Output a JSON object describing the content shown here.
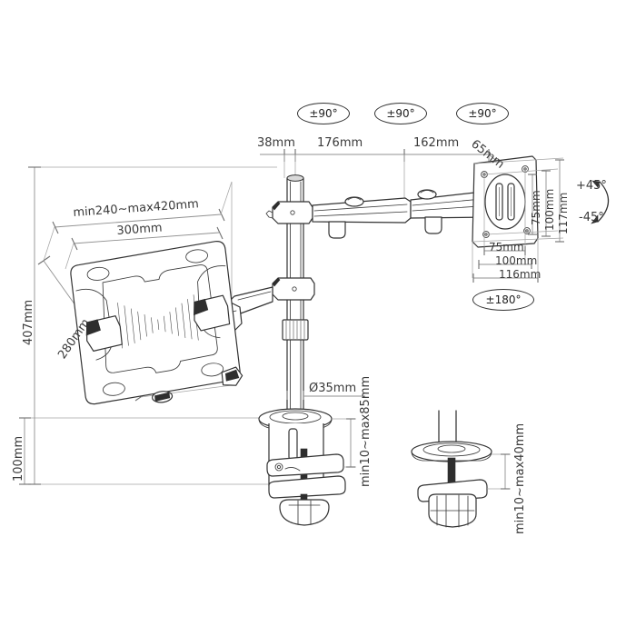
{
  "drawing": {
    "title": "Desk mount monitor and laptop arm dimension drawing",
    "units": "mm",
    "line_color": "#333333",
    "dim_line_color": "#8c8c8c",
    "background": "#ffffff"
  },
  "rotation_badges": [
    {
      "id": "badge-pole-joint",
      "label": "±90°"
    },
    {
      "id": "badge-mid-joint",
      "label": "±90°"
    },
    {
      "id": "badge-head-joint",
      "label": "±90°"
    },
    {
      "id": "badge-vesa-rotation",
      "label": "±180°"
    }
  ],
  "tilt": {
    "up_label": "+45°",
    "down_label": "-45°"
  },
  "arm_chain_dimensions": [
    {
      "id": "seg-pole-offset",
      "label": "38mm"
    },
    {
      "id": "seg-upper-arm",
      "label": "176mm"
    },
    {
      "id": "seg-fore-arm",
      "label": "162mm"
    },
    {
      "id": "seg-head-offset",
      "label": "65mm"
    }
  ],
  "vesa": {
    "vertical": [
      "75mm",
      "100mm",
      "117mm"
    ],
    "horizontal": [
      "75mm",
      "100mm",
      "116mm"
    ]
  },
  "laptop_tray": {
    "width_range": "min240~max420mm",
    "width_fixed": "300mm",
    "depth": "280mm"
  },
  "column": {
    "total_height": "407mm",
    "lower_height": "100mm",
    "pole_diameter": "Ø35mm"
  },
  "mounting": {
    "clamp_label": "min10~max85mm",
    "grommet_label": "min10~max40mm"
  }
}
